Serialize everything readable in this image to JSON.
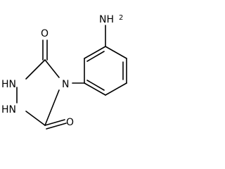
{
  "molecule": {
    "labels": {
      "n4": "N",
      "nh1": "HN",
      "nh2": "HN",
      "o_top": "O",
      "o_bottom": "O",
      "amino_n": "NH",
      "amino_sub": "2"
    },
    "colors": {
      "bond": "#000000",
      "text": "#000000",
      "background": "#ffffff"
    }
  }
}
